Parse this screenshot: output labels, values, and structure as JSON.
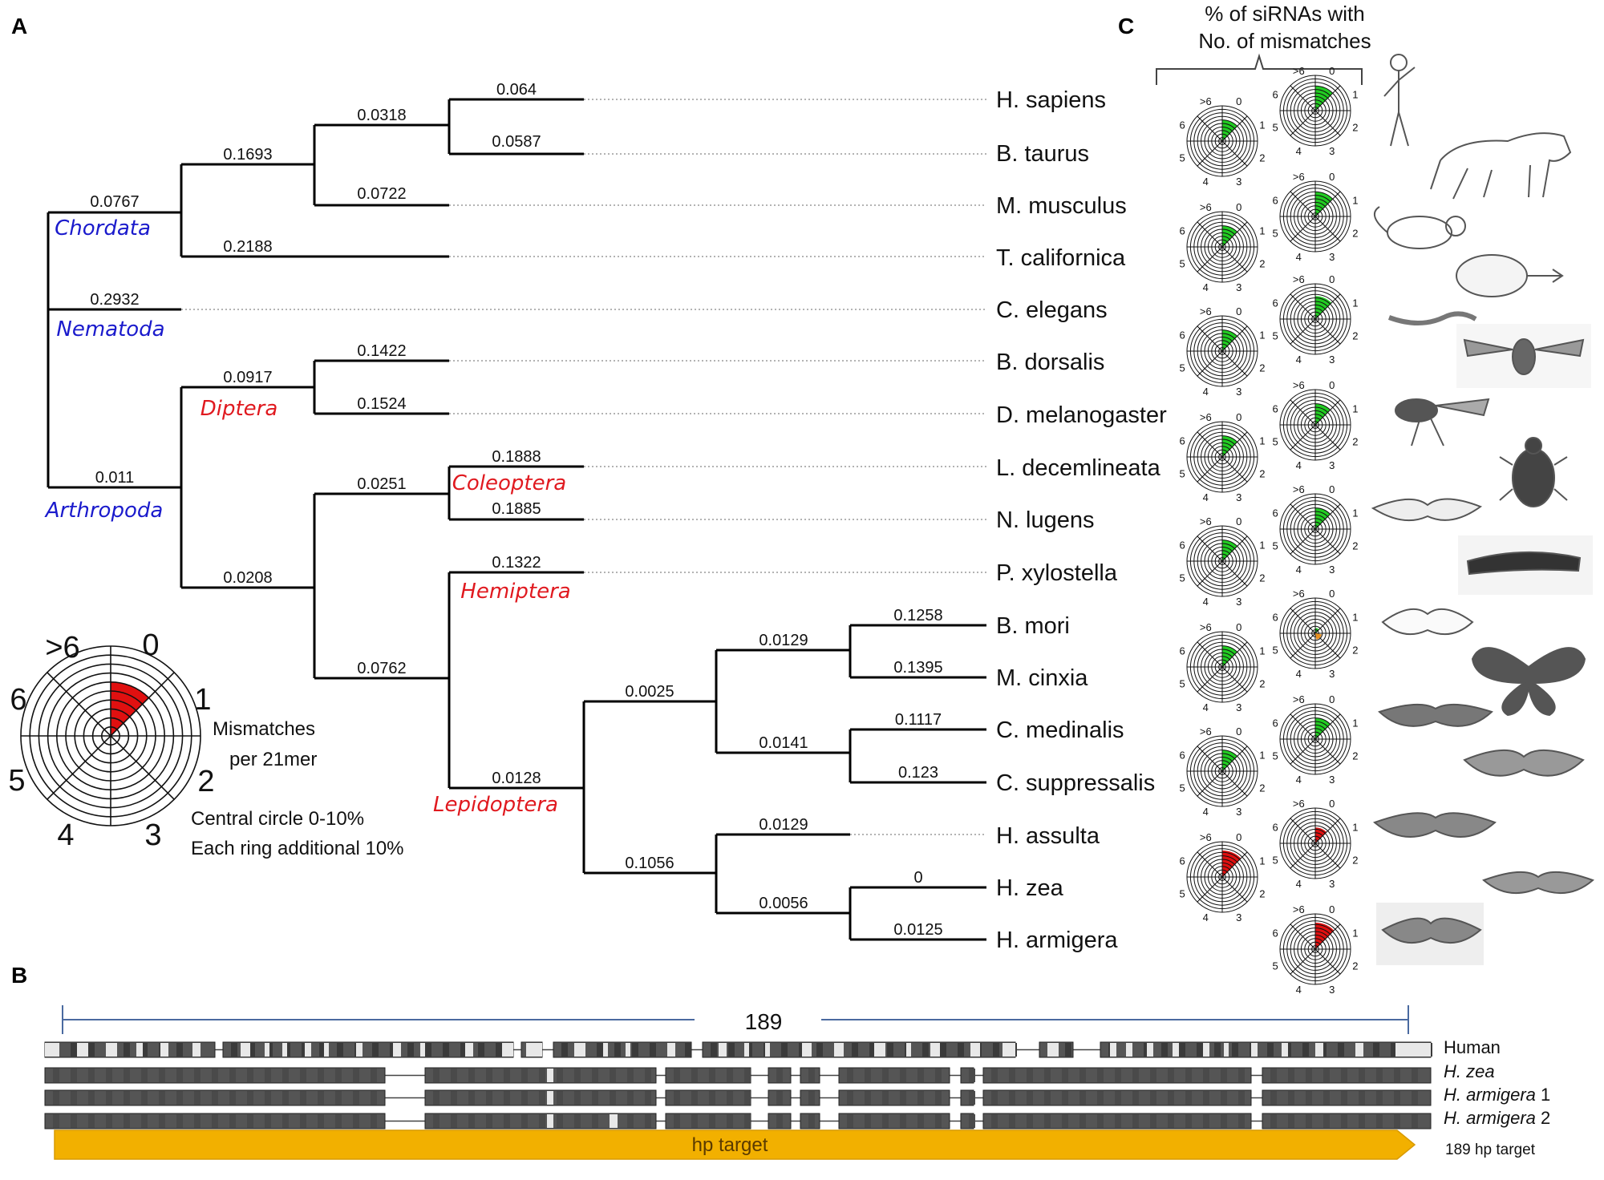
{
  "panels": {
    "a": "A",
    "b": "B",
    "c": "C"
  },
  "tree": {
    "taxa": [
      "H. sapiens",
      "B. taurus",
      "M. musculus",
      "T. californica",
      "C. elegans",
      "B. dorsalis",
      "D. melanogaster",
      "L. decemlineata",
      "N. lugens",
      "P. xylostella",
      "B. mori",
      "M. cinxia",
      "C. medinalis",
      "C. suppressalis",
      "H. assulta",
      "H. zea",
      "H. armigera"
    ],
    "branch_lengths": [
      "0.064",
      "0.0587",
      "0.0318",
      "0.0722",
      "0.1693",
      "0.2188",
      "0.0767",
      "0.2932",
      "0.1422",
      "0.1524",
      "0.0917",
      "0.1888",
      "0.1885",
      "0.0251",
      "0.1322",
      "0.1258",
      "0.1395",
      "0.0129",
      "0.1117",
      "0.123",
      "0.0141",
      "0.0025",
      "0.0129",
      "0",
      "0.0125",
      "0.0056",
      "0.1056",
      "0.0128",
      "0.0762",
      "0.0208",
      "0.011"
    ],
    "clade_labels": {
      "chordata": "Chordata",
      "nematoda": "Nematoda",
      "arthropoda": "Arthropoda",
      "diptera": "Diptera",
      "coleoptera": "Coleoptera",
      "hemiptera": "Hemiptera",
      "lepidoptera": "Lepidoptera"
    },
    "colors": {
      "phylum": "#1a1acc",
      "order": "#e0191f"
    }
  },
  "legend": {
    "labels": [
      ">6",
      "0",
      "1",
      "2",
      "3",
      "4",
      "5",
      "6"
    ],
    "mismatch_title_1": "Mismatches",
    "mismatch_title_2": "per 21mer",
    "scale_1": "Central circle 0-10%",
    "scale_2": "Each ring additional 10%",
    "example_fraction": 0.6
  },
  "panel_c": {
    "header_1": "% of siRNAs with",
    "header_2": "No. of mismatches",
    "radar_labels": [
      ">6",
      "0",
      "1",
      "2",
      "3",
      "4",
      "5",
      "6"
    ],
    "low_color": "#22cc22",
    "high_color": "#e01010",
    "left_column": [
      {
        "taxon": "H. sapiens",
        "level": 0.6,
        "color": "green"
      },
      {
        "taxon": "M. musculus",
        "level": 0.6,
        "color": "green"
      },
      {
        "taxon": "C. elegans",
        "level": 0.6,
        "color": "green"
      },
      {
        "taxon": "D. melanogaster",
        "level": 0.6,
        "color": "green"
      },
      {
        "taxon": "N. lugens",
        "level": 0.6,
        "color": "green"
      },
      {
        "taxon": "B. mori",
        "level": 0.6,
        "color": "green"
      },
      {
        "taxon": "C. suppressalis",
        "level": 0.6,
        "color": "green"
      },
      {
        "taxon": "H. zea",
        "level": 0.75,
        "color": "red"
      }
    ],
    "right_column": [
      {
        "taxon": "B. taurus",
        "level": 0.7,
        "color": "green"
      },
      {
        "taxon": "T. californica",
        "level": 0.7,
        "color": "green"
      },
      {
        "taxon": "B. dorsalis",
        "level": 0.65,
        "color": "green"
      },
      {
        "taxon": "L. decemlineata",
        "level": 0.6,
        "color": "green"
      },
      {
        "taxon": "P. xylostella",
        "level": 0.6,
        "color": "green"
      },
      {
        "taxon": "M. cinxia",
        "level": 0.15,
        "color": "mixed"
      },
      {
        "taxon": "C. medinalis",
        "level": 0.6,
        "color": "green"
      },
      {
        "taxon": "H. assulta",
        "level": 0.45,
        "color": "red"
      },
      {
        "taxon": "H. armigera",
        "level": 0.75,
        "color": "red"
      }
    ]
  },
  "panel_b": {
    "length_label": "189",
    "rows": [
      {
        "name": "Human",
        "italic": false
      },
      {
        "name": "H. zea",
        "italic": true
      },
      {
        "name": "H. armigera",
        "italic": true,
        "suffix": " 1"
      },
      {
        "name": "H. armigera",
        "italic": true,
        "suffix": " 2"
      }
    ],
    "target_label": "hp target",
    "target_caption": "189 hp target",
    "target_color": "#f2b000"
  }
}
